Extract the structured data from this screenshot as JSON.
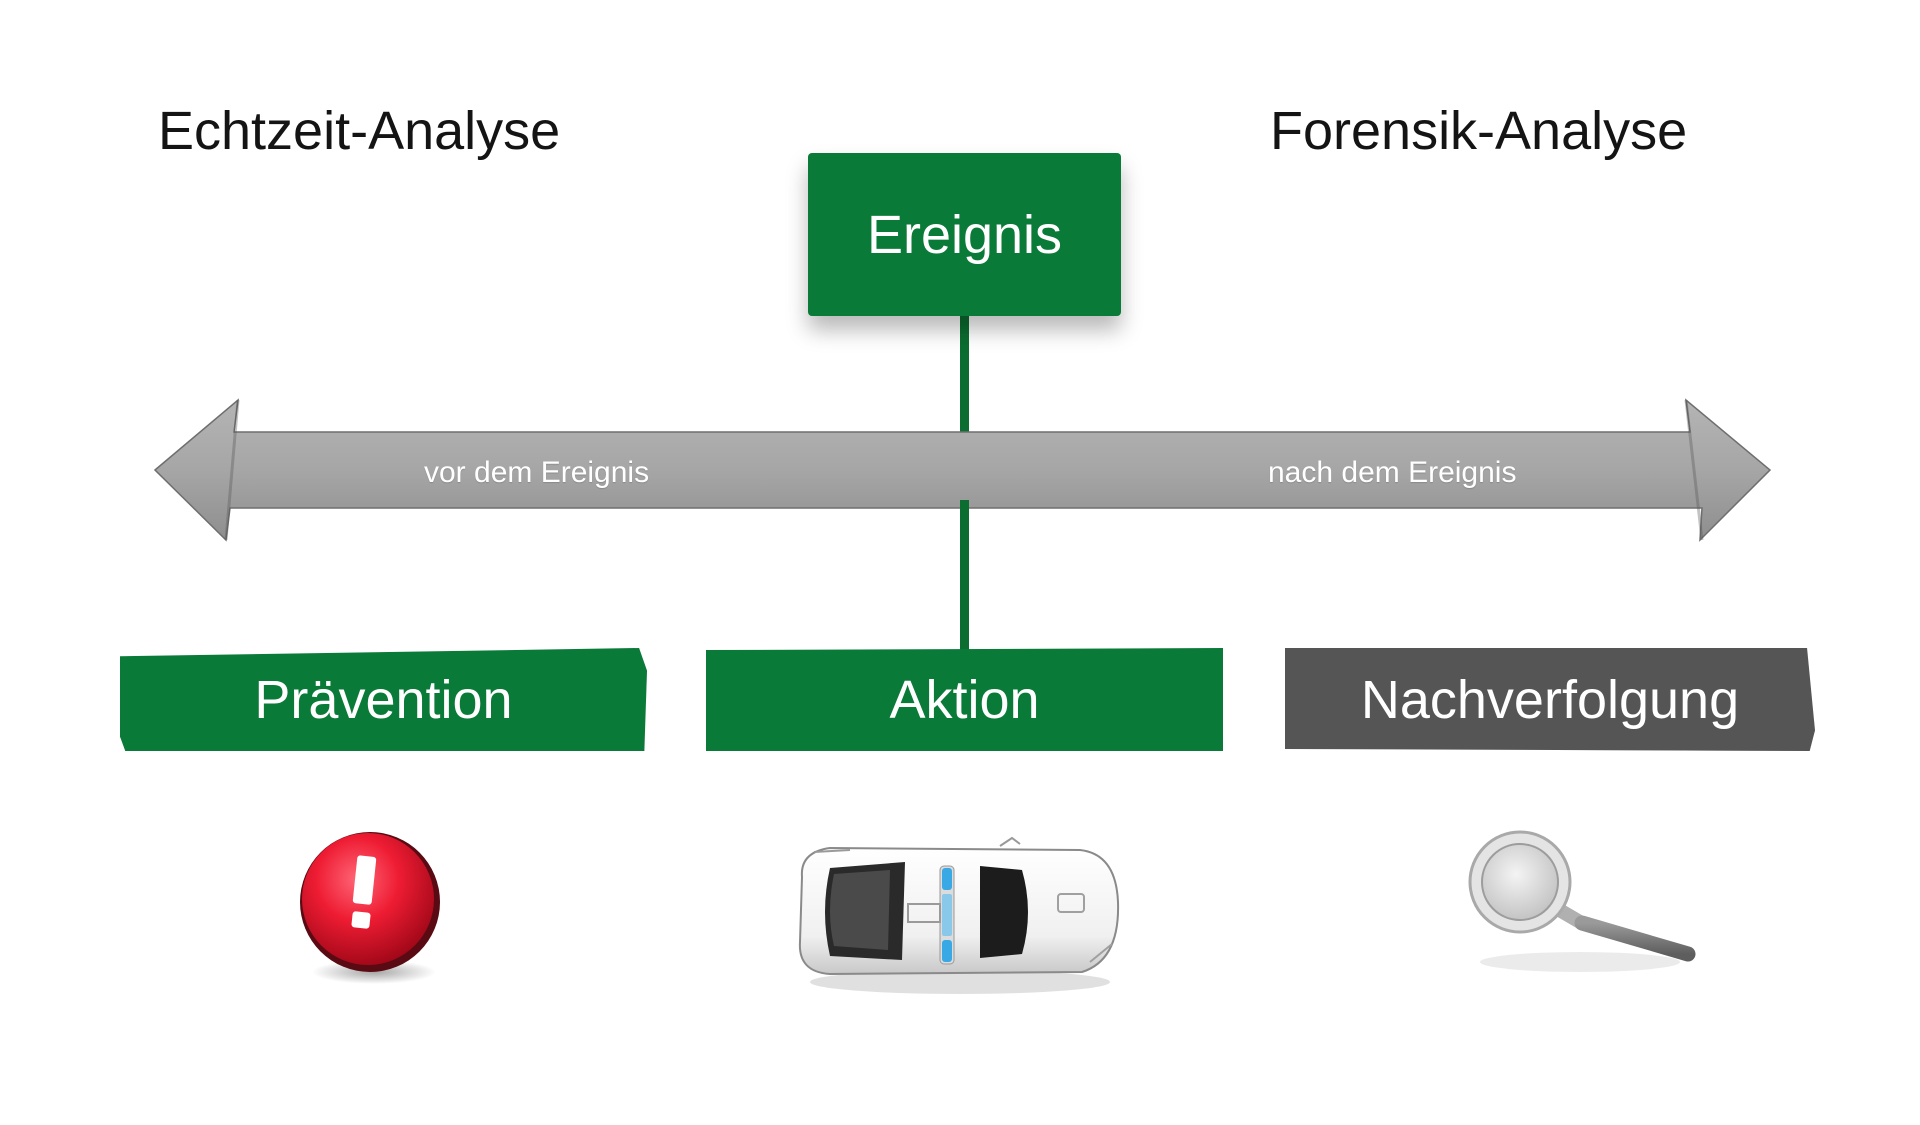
{
  "headings": {
    "left": "Echtzeit-Analyse",
    "right": "Forensik-Analyse"
  },
  "event": {
    "label": "Ereignis"
  },
  "timeline": {
    "before_label": "vor dem Ereignis",
    "after_label": "nach dem Ereignis"
  },
  "phases": [
    {
      "label": "Prävention",
      "icon": "alert-icon",
      "color": "#0a7a38"
    },
    {
      "label": "Aktion",
      "icon": "police-car-icon",
      "color": "#0a7a38"
    },
    {
      "label": "Nachverfolgung",
      "icon": "magnifier-icon",
      "color": "#555555"
    }
  ],
  "colors": {
    "green": "#0a7a38",
    "gray_box": "#555555",
    "arrow": "#a8a8a8",
    "alert_red": "#e8112d"
  }
}
